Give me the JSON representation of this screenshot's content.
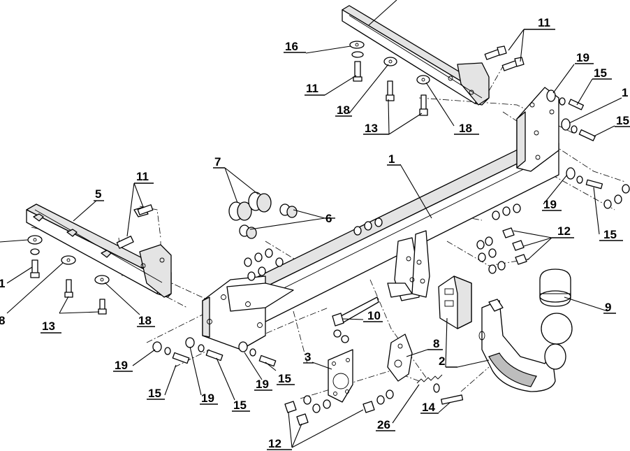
{
  "diagram": {
    "labels": [
      {
        "id": "crossbar",
        "text": "1"
      },
      {
        "id": "ballneck",
        "text": "2"
      },
      {
        "id": "socket-plate",
        "text": "3"
      },
      {
        "id": "left-bracket",
        "text": "5"
      },
      {
        "id": "spacers",
        "text": "6"
      },
      {
        "id": "rubber-buffers",
        "text": "7"
      },
      {
        "id": "side-plate",
        "text": "8"
      },
      {
        "id": "ball-cover",
        "text": "9"
      },
      {
        "id": "long-bolt",
        "text": "10"
      },
      {
        "id": "top-bolts-right",
        "text": "11"
      },
      {
        "id": "top-bolt-left",
        "text": "11"
      },
      {
        "id": "bolt-11-left-bracket",
        "text": "11"
      },
      {
        "id": "edge-11-left",
        "text": "1"
      },
      {
        "id": "edge-1-right",
        "text": "1"
      },
      {
        "id": "bolts-right",
        "text": "12"
      },
      {
        "id": "bolts-bottom",
        "text": "12"
      },
      {
        "id": "bolts-13-top",
        "text": "13"
      },
      {
        "id": "bolts-13-left",
        "text": "13"
      },
      {
        "id": "pin-14",
        "text": "14"
      },
      {
        "id": "bolt-15-a",
        "text": "15"
      },
      {
        "id": "bolt-15-b",
        "text": "15"
      },
      {
        "id": "bolt-15-c",
        "text": "15"
      },
      {
        "id": "bolt-15-d",
        "text": "15"
      },
      {
        "id": "bolt-15-e",
        "text": "15"
      },
      {
        "id": "bolt-15-f",
        "text": "15"
      },
      {
        "id": "washer-16",
        "text": "16"
      },
      {
        "id": "washer-18-a",
        "text": "18"
      },
      {
        "id": "washer-18-b",
        "text": "18"
      },
      {
        "id": "washer-18-c",
        "text": "18"
      },
      {
        "id": "washer-18-d",
        "text": "8"
      },
      {
        "id": "washer-19-a",
        "text": "19"
      },
      {
        "id": "washer-19-b",
        "text": "19"
      },
      {
        "id": "washer-19-c",
        "text": "19"
      },
      {
        "id": "washer-19-d",
        "text": "19"
      },
      {
        "id": "washer-19-e",
        "text": "19"
      },
      {
        "id": "spring-26",
        "text": "26"
      }
    ]
  }
}
